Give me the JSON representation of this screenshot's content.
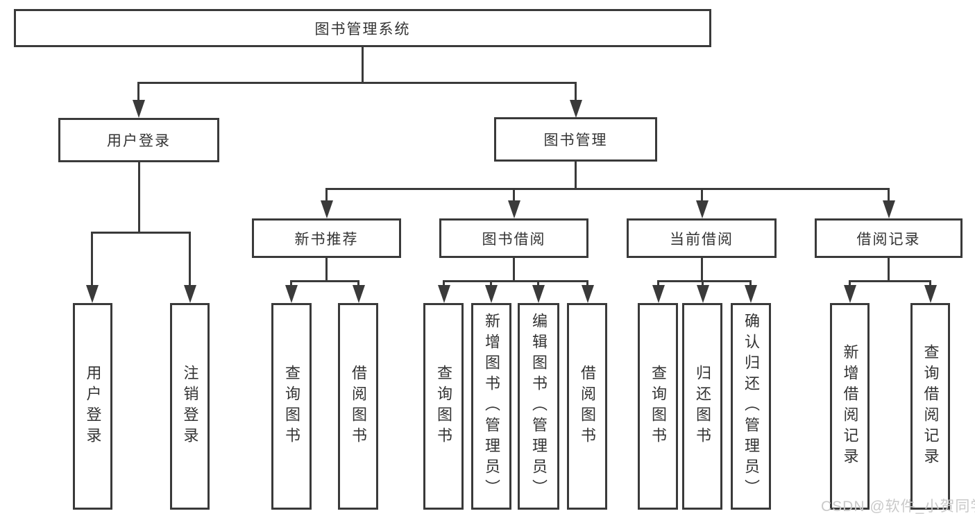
{
  "diagram_title": "图书管理系统",
  "colors": {
    "line": "#3a3a3a",
    "text": "#333333",
    "watermark": "#c9c9c9",
    "background": "#ffffff"
  },
  "tree": {
    "label": "图书管理系统",
    "children": [
      {
        "label": "用户登录",
        "children": [
          {
            "label": "用户登录"
          },
          {
            "label": "注销登录"
          }
        ]
      },
      {
        "label": "图书管理",
        "children": [
          {
            "label": "新书推荐",
            "children": [
              {
                "label": "查询图书"
              },
              {
                "label": "借阅图书"
              }
            ]
          },
          {
            "label": "图书借阅",
            "children": [
              {
                "label": "查询图书"
              },
              {
                "label": "新增图书（管理员）"
              },
              {
                "label": "编辑图书（管理员）"
              },
              {
                "label": "借阅图书"
              }
            ]
          },
          {
            "label": "当前借阅",
            "children": [
              {
                "label": "查询图书"
              },
              {
                "label": "归还图书"
              },
              {
                "label": "确认归还（管理员）"
              }
            ]
          },
          {
            "label": "借阅记录",
            "children": [
              {
                "label": "新增借阅记录"
              },
              {
                "label": "查询借阅记录"
              }
            ]
          }
        ]
      }
    ]
  },
  "watermark": {
    "text": "CSDN @软件_小贺同学"
  }
}
